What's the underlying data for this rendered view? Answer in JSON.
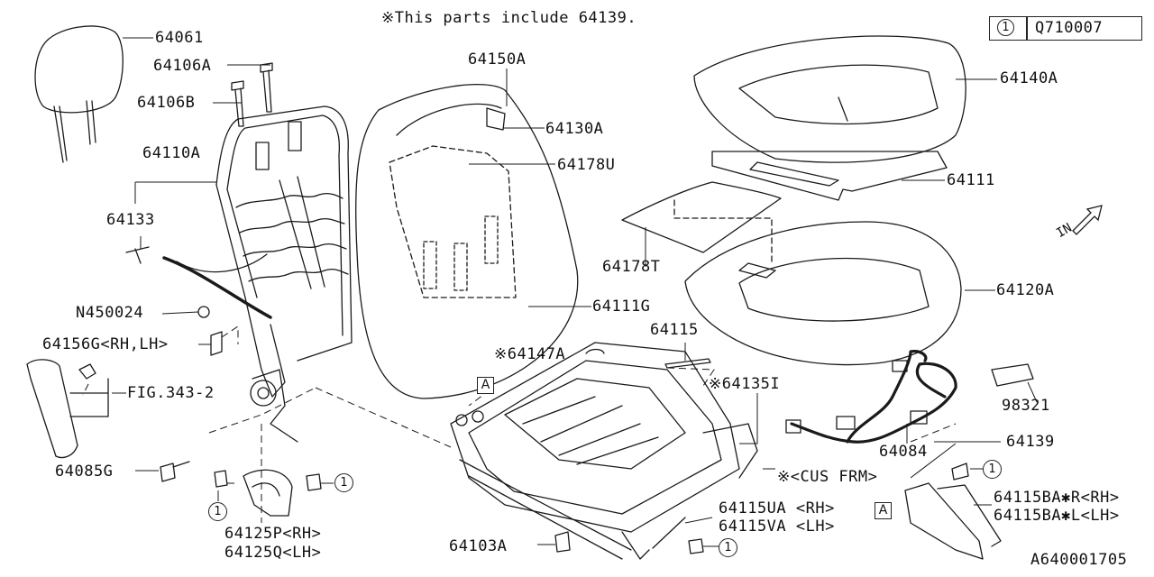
{
  "header_note": "※This parts include 64139.",
  "reference": {
    "marker": "1",
    "code": "Q710007"
  },
  "diagram_id": "A640001705",
  "direction_label": "IN",
  "box_marker": "A",
  "circle_marker": "1",
  "callouts": {
    "p64061": "64061",
    "p64106A": "64106A",
    "p64106B": "64106B",
    "p64110A": "64110A",
    "p64133": "64133",
    "pN450024": "N450024",
    "p64156G": "64156G<RH,LH>",
    "fig343": "FIG.343-2",
    "p64085G": "64085G",
    "p64125P": "64125P<RH>",
    "p64125Q": "64125Q<LH>",
    "p64150A": "64150A",
    "p64130A": "64130A",
    "p64178U": "64178U",
    "p64111G": "64111G",
    "p64178T": "64178T",
    "p64115": "64115",
    "p64147A": "※64147A",
    "p64135I": "※64135I",
    "p64140A": "64140A",
    "p64111": "64111",
    "p64120A": "64120A",
    "p98321": "98321",
    "p64084": "64084",
    "p64139": "64139",
    "cus_frm": "※<CUS FRM>",
    "p64115UA": "64115UA <RH>",
    "p64115VA": "64115VA <LH>",
    "p64103A": "64103A",
    "p64115BAR": "64115BA✱R<RH>",
    "p64115BAL": "64115BA✱L<LH>"
  }
}
